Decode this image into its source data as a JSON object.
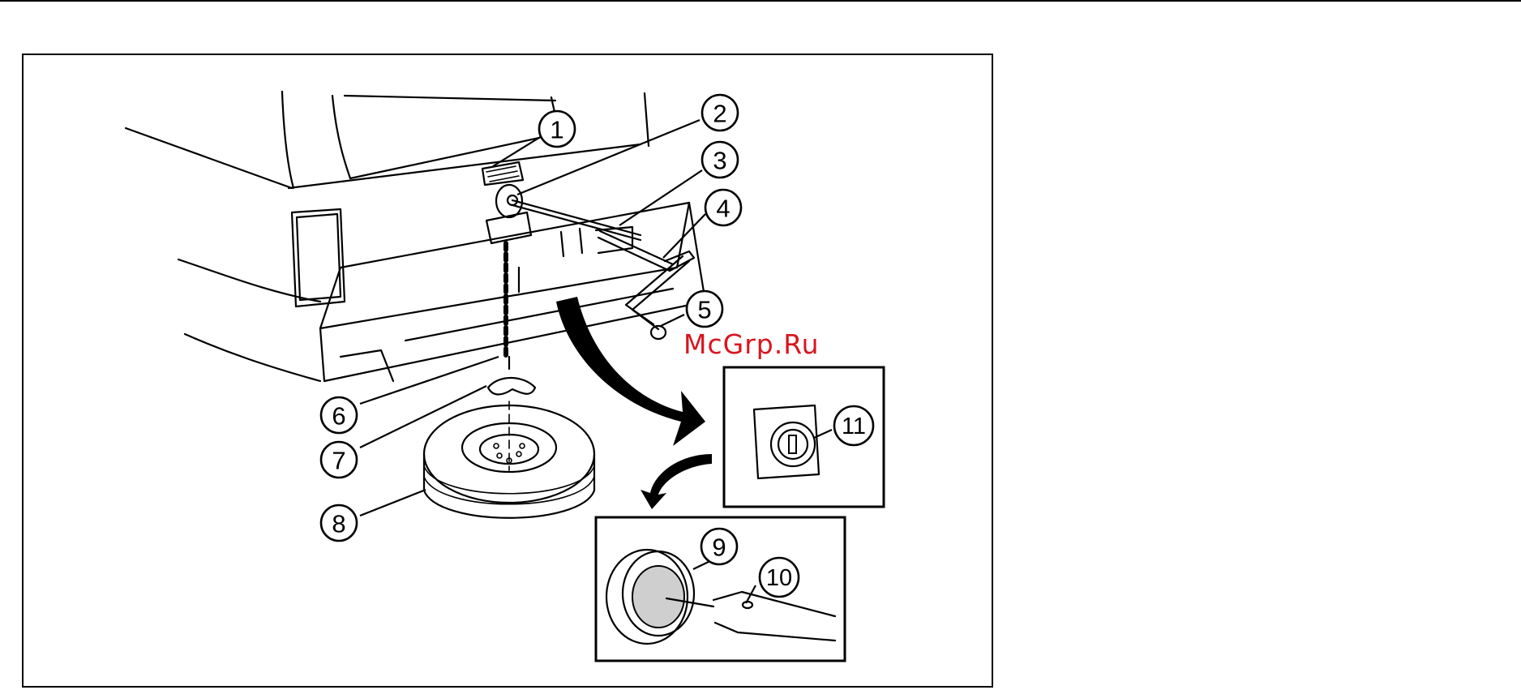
{
  "watermark": "McGrp.Ru",
  "callouts": [
    "1",
    "2",
    "3",
    "4",
    "5",
    "6",
    "7",
    "8",
    "9",
    "10",
    "11"
  ],
  "colors": {
    "line": "#000000",
    "watermark": "#d8151e",
    "background": "#ffffff"
  }
}
